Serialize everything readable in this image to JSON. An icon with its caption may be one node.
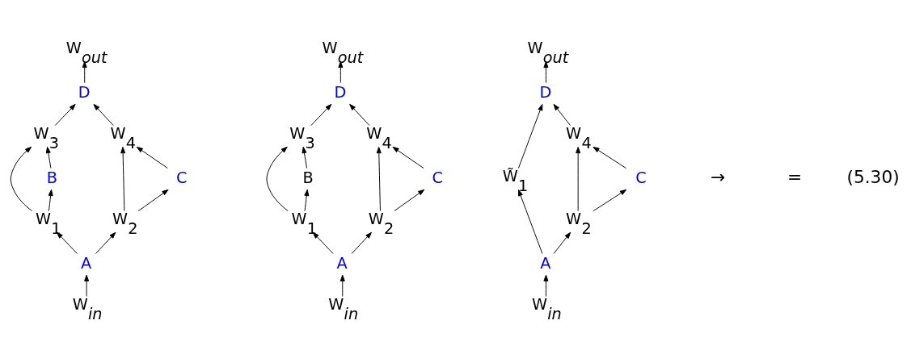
{
  "diagram": {
    "nodes": [
      {
        "text": [
          "W$_{out}$"
        ]
      },
      {
        "text": [
          "D"
        ]
      },
      {
        "text": [
          "W$_{3}$"
        ]
      },
      {
        "text": [
          "W$_{4}$"
        ]
      },
      {
        "text": [
          "B"
        ]
      },
      {
        "text": [
          "C"
        ]
      },
      {
        "text": [
          "W$_{1}$"
        ]
      },
      {
        "text": [
          "W$_{2}$"
        ]
      },
      {
        "text": [
          "A"
        ]
      },
      {
        "text": [
          "W$_{in}$"
        ]
      },
      {
        "text": [
          "W$_{out}$"
        ]
      },
      {
        "text": [
          "D"
        ]
      },
      {
        "text": [
          "W$_{3}$"
        ]
      },
      {
        "text": [
          "W$_{4}$"
        ]
      },
      {
        "text": [
          "B"
        ]
      },
      {
        "text": [
          "C"
        ]
      },
      {
        "text": [
          "W$_{1}$"
        ]
      },
      {
        "text": [
          "W$_{2}$"
        ]
      },
      {
        "text": [
          "A"
        ]
      },
      {
        "text": [
          "W$_{in}$"
        ]
      },
      {
        "text": [
          "W$_{out}$"
        ]
      },
      {
        "text": [
          "D"
        ]
      },
      {
        "text": [
          "W$_{4}$"
        ]
      },
      {
        "text": [
          "W̃$_{1}$"
        ]
      },
      {
        "text": [
          "C"
        ]
      },
      {
        "text": [
          "W$_{2}$"
        ]
      },
      {
        "text": [
          "A"
        ]
      },
      {
        "text": [
          "W$_{in}$"
        ]
      }
    ],
    "edges": [
      {
        "from": 9,
        "to": 8,
        "arrow": "to"
      },
      {
        "from": 8,
        "to": 6,
        "arrow": "to"
      },
      {
        "from": 8,
        "to": 7,
        "arrow": "to"
      },
      {
        "from": 6,
        "to": 4,
        "arrow": "to"
      },
      {
        "from": 4,
        "to": 2,
        "arrow": "to"
      },
      {
        "from": 7,
        "to": 5,
        "arrow": "to"
      },
      {
        "from": 5,
        "to": 3,
        "arrow": "to"
      },
      {
        "from": 2,
        "to": 1,
        "arrow": "to"
      },
      {
        "from": 3,
        "to": 1,
        "arrow": "to"
      },
      {
        "from": 1,
        "to": 0,
        "arrow": "to"
      },
      {
        "from": 6,
        "to": 2,
        "arrow": "to"
      },
      {
        "from": 7,
        "to": 3,
        "arrow": "to"
      },
      {
        "from": 19,
        "to": 18,
        "arrow": "to"
      },
      {
        "from": 18,
        "to": 16,
        "arrow": "to"
      },
      {
        "from": 18,
        "to": 17,
        "arrow": "to"
      },
      {
        "from": 16,
        "to": 14,
        "arrow": "to"
      },
      {
        "from": 14,
        "to": 12,
        "arrow": "to"
      },
      {
        "from": 17,
        "to": 15,
        "arrow": "to"
      },
      {
        "from": 15,
        "to": 13,
        "arrow": "to"
      },
      {
        "from": 12,
        "to": 11,
        "arrow": "to"
      },
      {
        "from": 13,
        "to": 11,
        "arrow": "to"
      },
      {
        "from": 11,
        "to": 10,
        "arrow": "to"
      },
      {
        "from": 16,
        "to": 12,
        "arrow": "to"
      },
      {
        "from": 17,
        "to": 13,
        "arrow": "to"
      },
      {
        "from": 27,
        "to": 26,
        "arrow": "to"
      },
      {
        "from": 26,
        "to": 23,
        "arrow": "to"
      },
      {
        "from": 26,
        "to": 25,
        "arrow": "to"
      },
      {
        "from": 25,
        "to": 24,
        "arrow": "to"
      },
      {
        "from": 24,
        "to": 22,
        "arrow": "to"
      },
      {
        "from": 23,
        "to": 21,
        "arrow": "to"
      },
      {
        "from": 22,
        "to": 21,
        "arrow": "to"
      },
      {
        "from": 21,
        "to": 20,
        "arrow": "to"
      },
      {
        "from": 25,
        "to": 22,
        "arrow": "to"
      }
    ],
    "labels": [
      "→",
      "=",
      "(5.30)"
    ]
  }
}
